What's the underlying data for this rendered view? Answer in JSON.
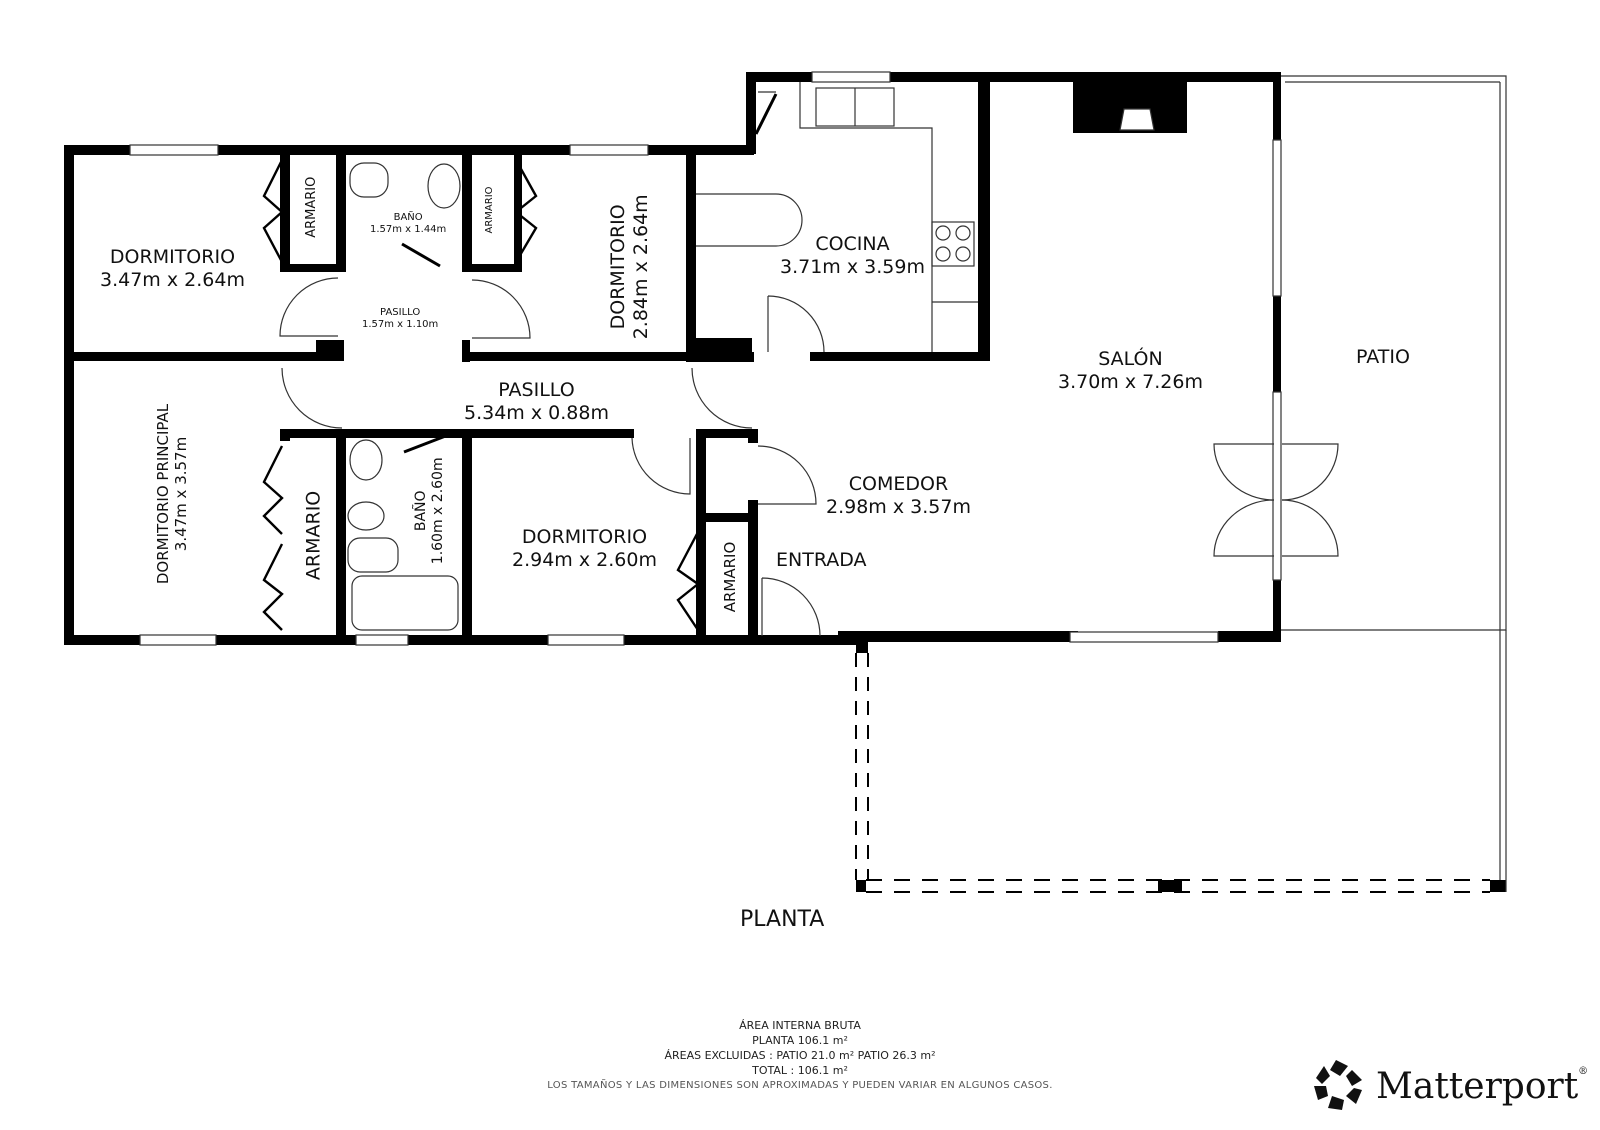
{
  "floor_title": "PLANTA",
  "rooms": {
    "dormitorio_1": {
      "name": "DORMITORIO",
      "dims": "3.47m x 2.64m"
    },
    "armario_1": {
      "name": "ARMARIO"
    },
    "bano_1": {
      "name": "BAÑO",
      "dims": "1.57m x 1.44m"
    },
    "armario_2": {
      "name": "ARMARIO"
    },
    "dormitorio_2": {
      "name": "DORMITORIO",
      "dims": "2.84m x 2.64m"
    },
    "pasillo_small": {
      "name": "PASILLO",
      "dims": "1.57m x 1.10m"
    },
    "cocina": {
      "name": "COCINA",
      "dims": "3.71m x 3.59m"
    },
    "salon": {
      "name": "SALÓN",
      "dims": "3.70m x 7.26m"
    },
    "patio": {
      "name": "PATIO"
    },
    "pasillo": {
      "name": "PASILLO",
      "dims": "5.34m x 0.88m"
    },
    "dormitorio_principal": {
      "name": "DORMITORIO PRINCIPAL",
      "dims": "3.47m x 3.57m"
    },
    "armario_3": {
      "name": "ARMARIO"
    },
    "bano_2": {
      "name": "BAÑO",
      "dims": "1.60m x 2.60m"
    },
    "dormitorio_3": {
      "name": "DORMITORIO",
      "dims": "2.94m x 2.60m"
    },
    "armario_4": {
      "name": "ARMARIO"
    },
    "comedor": {
      "name": "COMEDOR",
      "dims": "2.98m x 3.57m"
    },
    "entrada": {
      "name": "ENTRADA"
    }
  },
  "footer": {
    "line1": "ÁREA INTERNA BRUTA",
    "line2": "PLANTA 106.1 m²",
    "line3": "ÁREAS EXCLUIDAS :  PATIO 21.0 m²   PATIO 26.3 m²",
    "line4": "TOTAL :  106.1 m²",
    "note": "LOS TAMAÑOS Y LAS DIMENSIONES SON APROXIMADAS Y PUEDEN VARIAR EN ALGUNOS CASOS."
  },
  "brand": {
    "name": "Matterport",
    "mark": "®",
    "icon": "matterport-logo-icon"
  },
  "colors": {
    "wall": "#000000",
    "background": "#ffffff",
    "line": "#333333"
  }
}
